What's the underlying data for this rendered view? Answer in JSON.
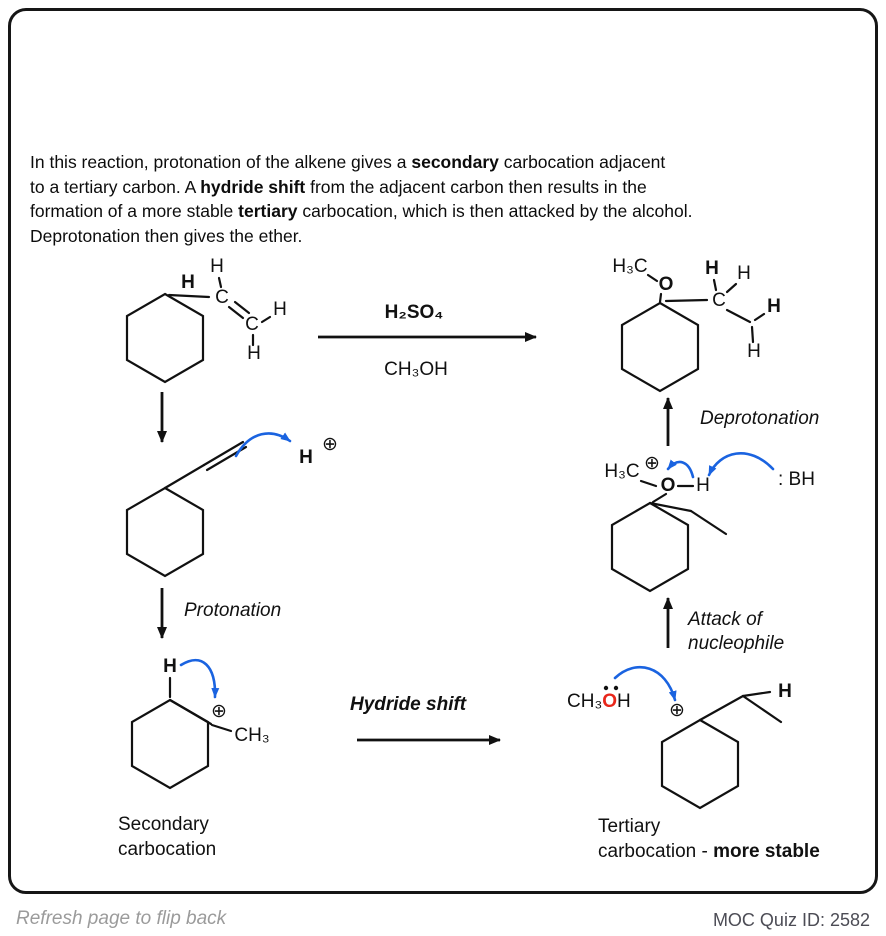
{
  "colors": {
    "accent_blue": "#1a63e0",
    "accent_red": "#e8261a",
    "gray_atom": "#a2a2a2",
    "ink": "#111111"
  },
  "intro": [
    [
      {
        "t": "In this reaction, protonation of the alkene gives a "
      },
      {
        "t": "secondary"
      },
      {
        "t": " carbocation adjacent"
      }
    ],
    [
      {
        "t": "to a tertiary carbon. A "
      },
      {
        "t": "hydride shift"
      },
      {
        "t": " from the adjacent carbon then results in the"
      }
    ],
    [
      {
        "t": "formation of a more stable "
      },
      {
        "t": "tertiary"
      },
      {
        "t": " carbocation, which is then attacked by the alcohol."
      }
    ],
    [
      {
        "t": "Deprotonation then gives the ether."
      }
    ]
  ],
  "scheme": {
    "reagent_top": "H₂SO₄",
    "reagent_bottom": "CH₃OH"
  },
  "labels": {
    "protonation": "Protonation",
    "hydride_shift": "Hydride shift",
    "attack_line1": "Attack of",
    "attack_line2": "nucleophile",
    "deprotonation": "Deprotonation",
    "secondary_line1": "Secondary",
    "secondary_line2": "carbocation",
    "tertiary_line1": "Tertiary",
    "tertiary_line2_pre": "carbocation - ",
    "tertiary_line2_bold": "more stable"
  },
  "atoms": {
    "h": "H",
    "c": "C",
    "o": "O",
    "ch3": "CH₃",
    "h3c": "H₃C",
    "plus": "⊕",
    "base": ": BH"
  },
  "methanol": {
    "ch3": "CH₃",
    "o": "O",
    "h": "H"
  },
  "footer": {
    "left": "Refresh page to flip back",
    "right": "MOC Quiz ID: 2582"
  }
}
